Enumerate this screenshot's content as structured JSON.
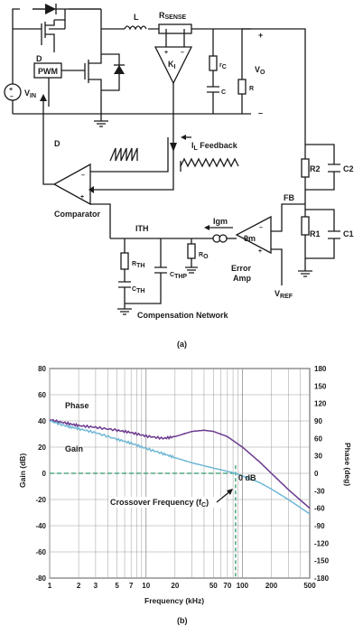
{
  "schematic": {
    "components": {
      "inductor": "L",
      "rsense": "R",
      "rsense_sub": "SENSE",
      "amp_gain": "K",
      "amp_gain_sub": "I",
      "rc": "r",
      "rc_sub": "C",
      "cap_out": "C",
      "vo": "V",
      "vo_sub": "O",
      "load": "R",
      "vin": "V",
      "vin_sub": "IN",
      "pwm": "PWM",
      "d_top": "D",
      "d_left": "D",
      "comparator": "Comparator",
      "il_feedback": "I",
      "il_feedback_sub": "L",
      "il_feedback_rest": " Feedback",
      "r2": "R2",
      "c2": "C2",
      "fb": "FB",
      "r1": "R1",
      "c1": "C1",
      "ith": "ITH",
      "igm": "Igm",
      "gm": "9m",
      "error_amp_1": "Error",
      "error_amp_2": "Amp",
      "vref": "V",
      "vref_sub": "REF",
      "rth": "R",
      "rth_sub": "TH",
      "cth": "C",
      "cth_sub": "TH",
      "cthp": "C",
      "cthp_sub": "THP",
      "ro": "R",
      "ro_sub": "O",
      "comp_network": "Compensation Network",
      "plus": "+",
      "minus": "–"
    },
    "caption": "(a)"
  },
  "chart_data": {
    "type": "line",
    "xlabel": "Frequency (kHz)",
    "ylabel": "Gain (dB)",
    "y2label": "Phase (deg)",
    "xscale": "log",
    "xlim": [
      1,
      500
    ],
    "ylim": [
      -80,
      80
    ],
    "y2lim": [
      -180,
      180
    ],
    "x_ticks": [
      "1",
      "2",
      "3",
      "5",
      "7",
      "10",
      "20",
      "50",
      "70",
      "100",
      "200",
      "500"
    ],
    "y_ticks": [
      "80",
      "60",
      "40",
      "20",
      "0",
      "-20",
      "-40",
      "-60",
      "-80"
    ],
    "y2_ticks": [
      "180",
      "150",
      "120",
      "90",
      "60",
      "30",
      "0",
      "-30",
      "-60",
      "-90",
      "-120",
      "-150",
      "-180"
    ],
    "grid": true,
    "series": [
      {
        "name": "Phase",
        "axis": "right",
        "color": "#6b3a8f",
        "x": [
          1,
          1.5,
          2,
          3,
          5,
          7,
          10,
          15,
          20,
          30,
          40,
          50,
          70,
          100,
          150,
          200,
          300,
          500
        ],
        "y": [
          92,
          86,
          82,
          79,
          74,
          70,
          64,
          60,
          63,
          72,
          74,
          72,
          63,
          45,
          20,
          0,
          -28,
          -60
        ]
      },
      {
        "name": "Gain",
        "axis": "left",
        "color": "#6fb7d6",
        "x": [
          1,
          1.5,
          2,
          3,
          5,
          7,
          10,
          15,
          20,
          30,
          50,
          70,
          85,
          100,
          150,
          200,
          300,
          500
        ],
        "y": [
          40,
          36,
          34,
          31,
          26,
          23,
          19,
          15,
          12,
          8,
          4,
          1.5,
          0,
          -2,
          -7,
          -12,
          -20,
          -31
        ]
      }
    ],
    "annotations": {
      "zero_db": "0 dB",
      "crossover_1": "Crossover Frequency (f",
      "crossover_sub": "C",
      "crossover_2": ")",
      "crossover_x": 85
    },
    "caption": "(b)"
  },
  "colors": {
    "wire": "#1a1a1a",
    "phase": "#6b3a8f",
    "gain": "#6fb7d6",
    "zero_line": "#2e9a6a",
    "grid": "#9a9a9a"
  }
}
